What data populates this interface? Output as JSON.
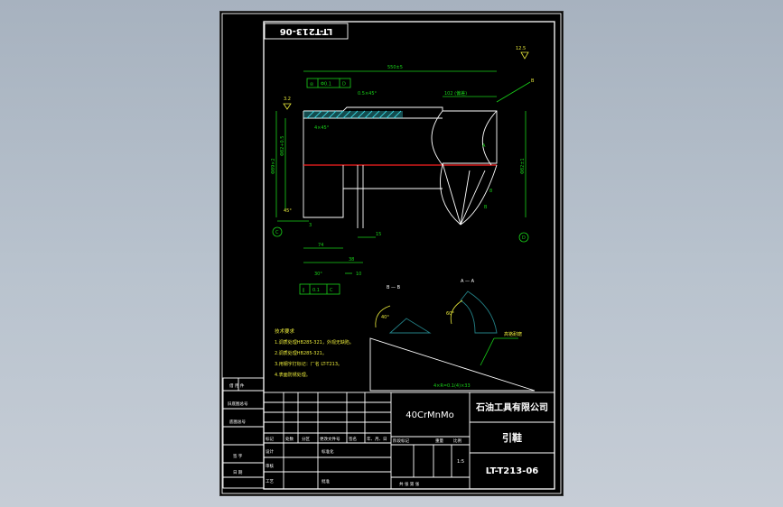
{
  "drawing": {
    "code_box": "LT-T213-06",
    "roughness_top": "12.5",
    "datum_b": "B",
    "datum_a": "A",
    "dim_total_length": "550±5",
    "dim_102": "102 (偏差)",
    "dim_chamfer": "0.5×45°",
    "dim_chamfer2": "4×45°",
    "dim_3": "3",
    "dim_74": "74",
    "dim_15": "15",
    "dim_38": "38",
    "dim_30": "30°",
    "dim_roughness_left": "3.2",
    "dim_dia_left": "Φ89×2",
    "dim_dia_left2": "Φ82+0.5",
    "dim_dia_right": "Φ82±1",
    "dim_8": "8",
    "dim_10": "10",
    "tol_frame_1": [
      "◎",
      "Φ0.1",
      "D"
    ],
    "tol_frame_2": [
      "∥",
      "0.1",
      "C"
    ],
    "section_b": "B — B",
    "section_a": "A — A",
    "cutter_label": "高铬耐磨",
    "wedge_label": "4×R=0.1(4)×33",
    "angle_1": "40°",
    "angle_2": "60°"
  },
  "notes": {
    "title": "技术要求",
    "lines": [
      "1.调质处理HB285-321，外观无缺陷。",
      "2.调质处理HB285-321。",
      "3.用钢字打标记：厂名 LT-T213。",
      "4.表面防锈处理。"
    ]
  },
  "title_block": {
    "material": "40CrMnMo",
    "company": "石油工具有限公司",
    "part_name": "引鞋",
    "drawing_no": "LT-T213-06",
    "scale": "1:5",
    "mark_label": "标记",
    "qty_label": "处数",
    "zone_label": "分区",
    "change_doc_label": "更改文件号",
    "sign_label": "签名",
    "date_label": "年、月、日",
    "design_label": "设计",
    "standard_label": "标准化",
    "stage_label": "阶段标记",
    "weight_label": "重量",
    "ratio_label": "比例",
    "audit_label": "审核",
    "process_label": "工艺",
    "approve_label": "批准",
    "sheets_label": "共  张  第  张",
    "left_col": [
      "借 用 件",
      "旧底图总号",
      "底图总号",
      "签 字",
      "日 期"
    ]
  }
}
